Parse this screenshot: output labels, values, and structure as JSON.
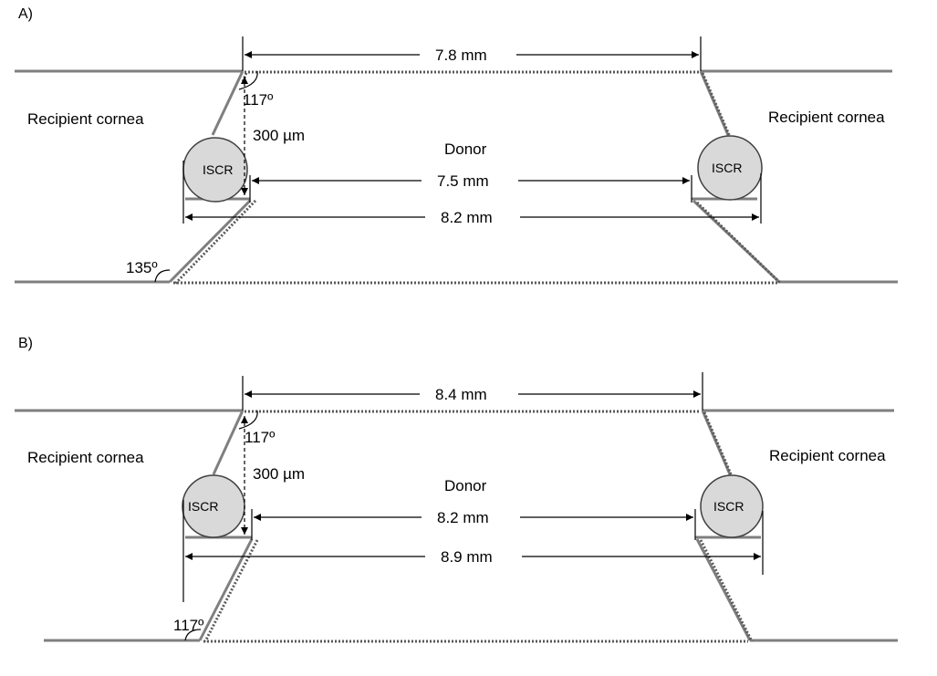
{
  "panels": [
    {
      "id": "A",
      "label": "A)",
      "top_width": "7.8 mm",
      "ring_inner_width": "7.5 mm",
      "ring_outer_width": "8.2 mm",
      "depth": "300 µm",
      "top_angle": "117º",
      "bottom_angle": "135º",
      "donor_label": "Donor",
      "left_cornea_label": "Recipient cornea",
      "right_cornea_label": "Recipient cornea",
      "ring_label": "ISCR"
    },
    {
      "id": "B",
      "label": "B)",
      "top_width": "8.4 mm",
      "ring_inner_width": "8.2 mm",
      "ring_outer_width": "8.9 mm",
      "depth": "300 µm",
      "top_angle": "117º",
      "bottom_angle": "117º",
      "donor_label": "Donor",
      "left_cornea_label": "Recipient cornea",
      "right_cornea_label": "Recipient cornea",
      "ring_label": "ISCR"
    }
  ],
  "colors": {
    "recipient_line": "#7f7f7f",
    "donor_line": "#595959",
    "ring_fill": "#d9d9d9"
  }
}
